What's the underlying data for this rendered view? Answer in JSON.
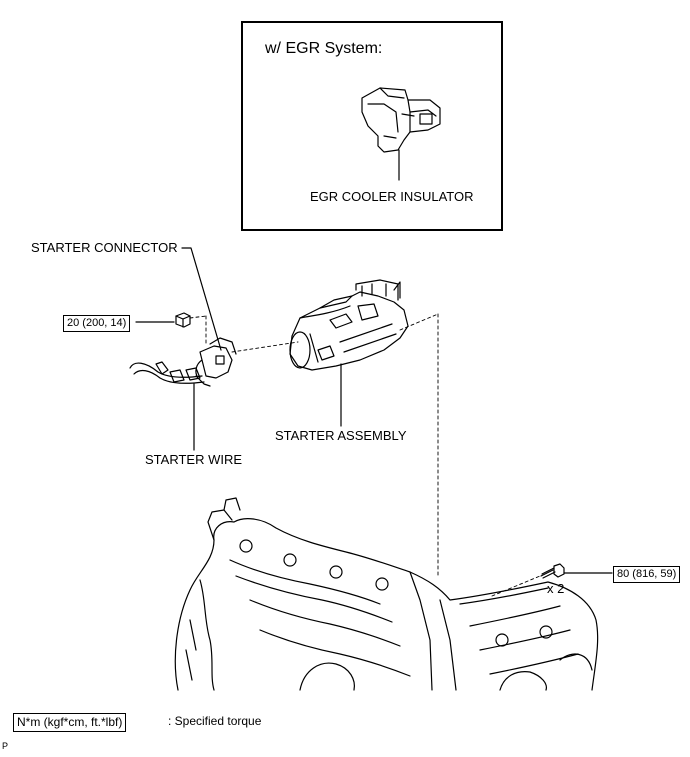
{
  "egr_panel": {
    "title": "w/ EGR System:",
    "part_label": "EGR COOLER INSULATOR"
  },
  "labels": {
    "starter_connector": "STARTER CONNECTOR",
    "starter_wire": "STARTER WIRE",
    "starter_assembly": "STARTER ASSEMBLY",
    "bolt_quantity": "x 2"
  },
  "torque": {
    "nut": "20 (200, 14)",
    "bolt": "80 (816, 59)"
  },
  "legend": {
    "unit_box": "N*m (kgf*cm, ft.*lbf)",
    "description": ": Specified torque"
  },
  "figure_mark": "P"
}
